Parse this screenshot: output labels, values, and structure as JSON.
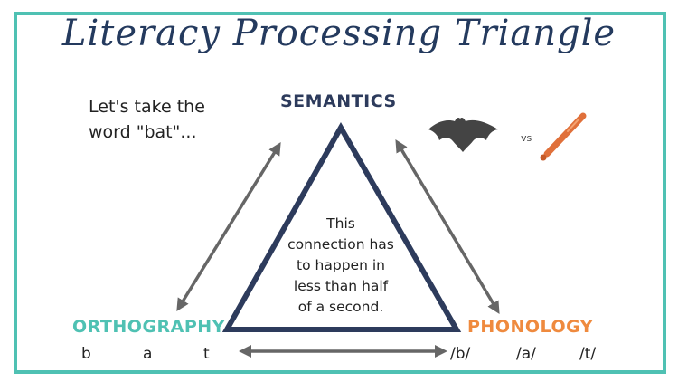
{
  "title": "Literacy Processing Triangle",
  "intro": {
    "line1": "Let's take the",
    "line2": "word \"bat\"..."
  },
  "nodes": {
    "semantics": "SEMANTICS",
    "orthography": "ORTHOGRAPHY",
    "phonology": "PHONOLOGY"
  },
  "center": {
    "line1": "This",
    "line2": "connection has",
    "line3": "to happen in",
    "line4": "less than half",
    "line5": "of a second."
  },
  "letters": [
    "b",
    "a",
    "t"
  ],
  "phonemes": [
    "/b/",
    "/a/",
    "/t/"
  ],
  "vs_label": "vs",
  "colors": {
    "border": "#4fc1b3",
    "title": "#243a5e",
    "semantics": "#2d3b5c",
    "orthography": "#4fc1b3",
    "phonology": "#ef8a3e",
    "triangle": "#2d3b5c",
    "arrows": "#666666"
  }
}
